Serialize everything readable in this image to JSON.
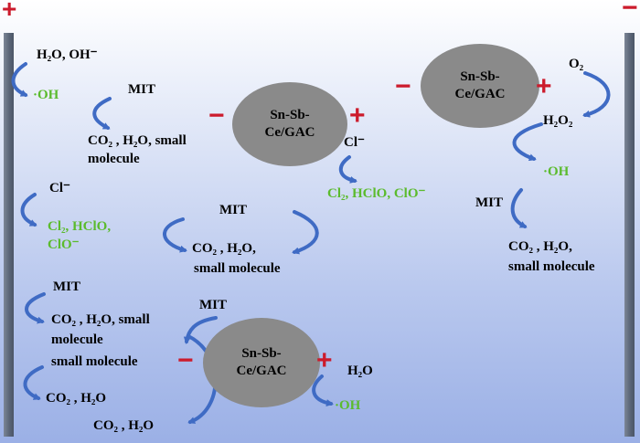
{
  "electrodes": {
    "left_sign": "+",
    "right_sign": "−"
  },
  "particle": {
    "line1": "Sn-Sb-",
    "line2": "Ce/GAC",
    "neg": "−",
    "pos": "+"
  },
  "labels": {
    "h2o_oh": "H₂O, OH⁻",
    "oh_left": "·OH",
    "mit_1": "MIT",
    "co2_1a": "CO₂ , H₂O,  small",
    "co2_1b": "molecule",
    "cl_left": "Cl⁻",
    "cl2_left_a": "Cl₂, HClO,",
    "cl2_left_b": "ClO⁻",
    "mit_2": "MIT",
    "co2_2a": "CO₂ , H₂O,",
    "co2_2b": "small molecule",
    "cl_mid": "Cl⁻",
    "cl2_mid": "Cl₂, HClO, ClO⁻",
    "mit_3": "MIT",
    "co2_3a": "CO₂ , H₂O,  small",
    "co2_3b": "molecule",
    "small_mol": "small molecule",
    "co2_h2o_a": "CO₂ , H₂O",
    "co2_h2o_b": "CO₂ , H₂O",
    "mit_4": "MIT",
    "h2o_bot": "H₂O",
    "oh_bot": "·OH",
    "o2": "O₂",
    "h2o2": "H₂O₂",
    "oh_right": "·OH",
    "mit_right": "MIT",
    "co2_ra": "CO₂ , H₂O,",
    "co2_rb": "small molecule"
  },
  "colors": {
    "sign": "#cc1b2c",
    "radical_green": "#5bbb2d",
    "arrow_blue": "#3f6bc4",
    "particle_gray": "#8a8a8a"
  }
}
